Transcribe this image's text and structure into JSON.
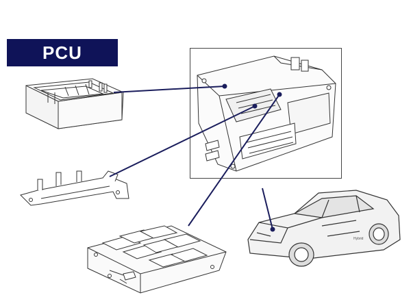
{
  "title": "PCU",
  "colors": {
    "title_background": "#0f1358",
    "title_text": "#ffffff",
    "leader_lines": "#1a1d5c",
    "drawing_lines": "#333333",
    "car_fill": "#f2f2f2"
  },
  "components": [
    {
      "name": "pcu-lid-cover"
    },
    {
      "name": "busbar-bracket"
    },
    {
      "name": "cooling-plate"
    },
    {
      "name": "pcu-assembly-inset"
    },
    {
      "name": "vehicle"
    }
  ],
  "vehicle": {
    "badge_text": "Hybrid"
  }
}
